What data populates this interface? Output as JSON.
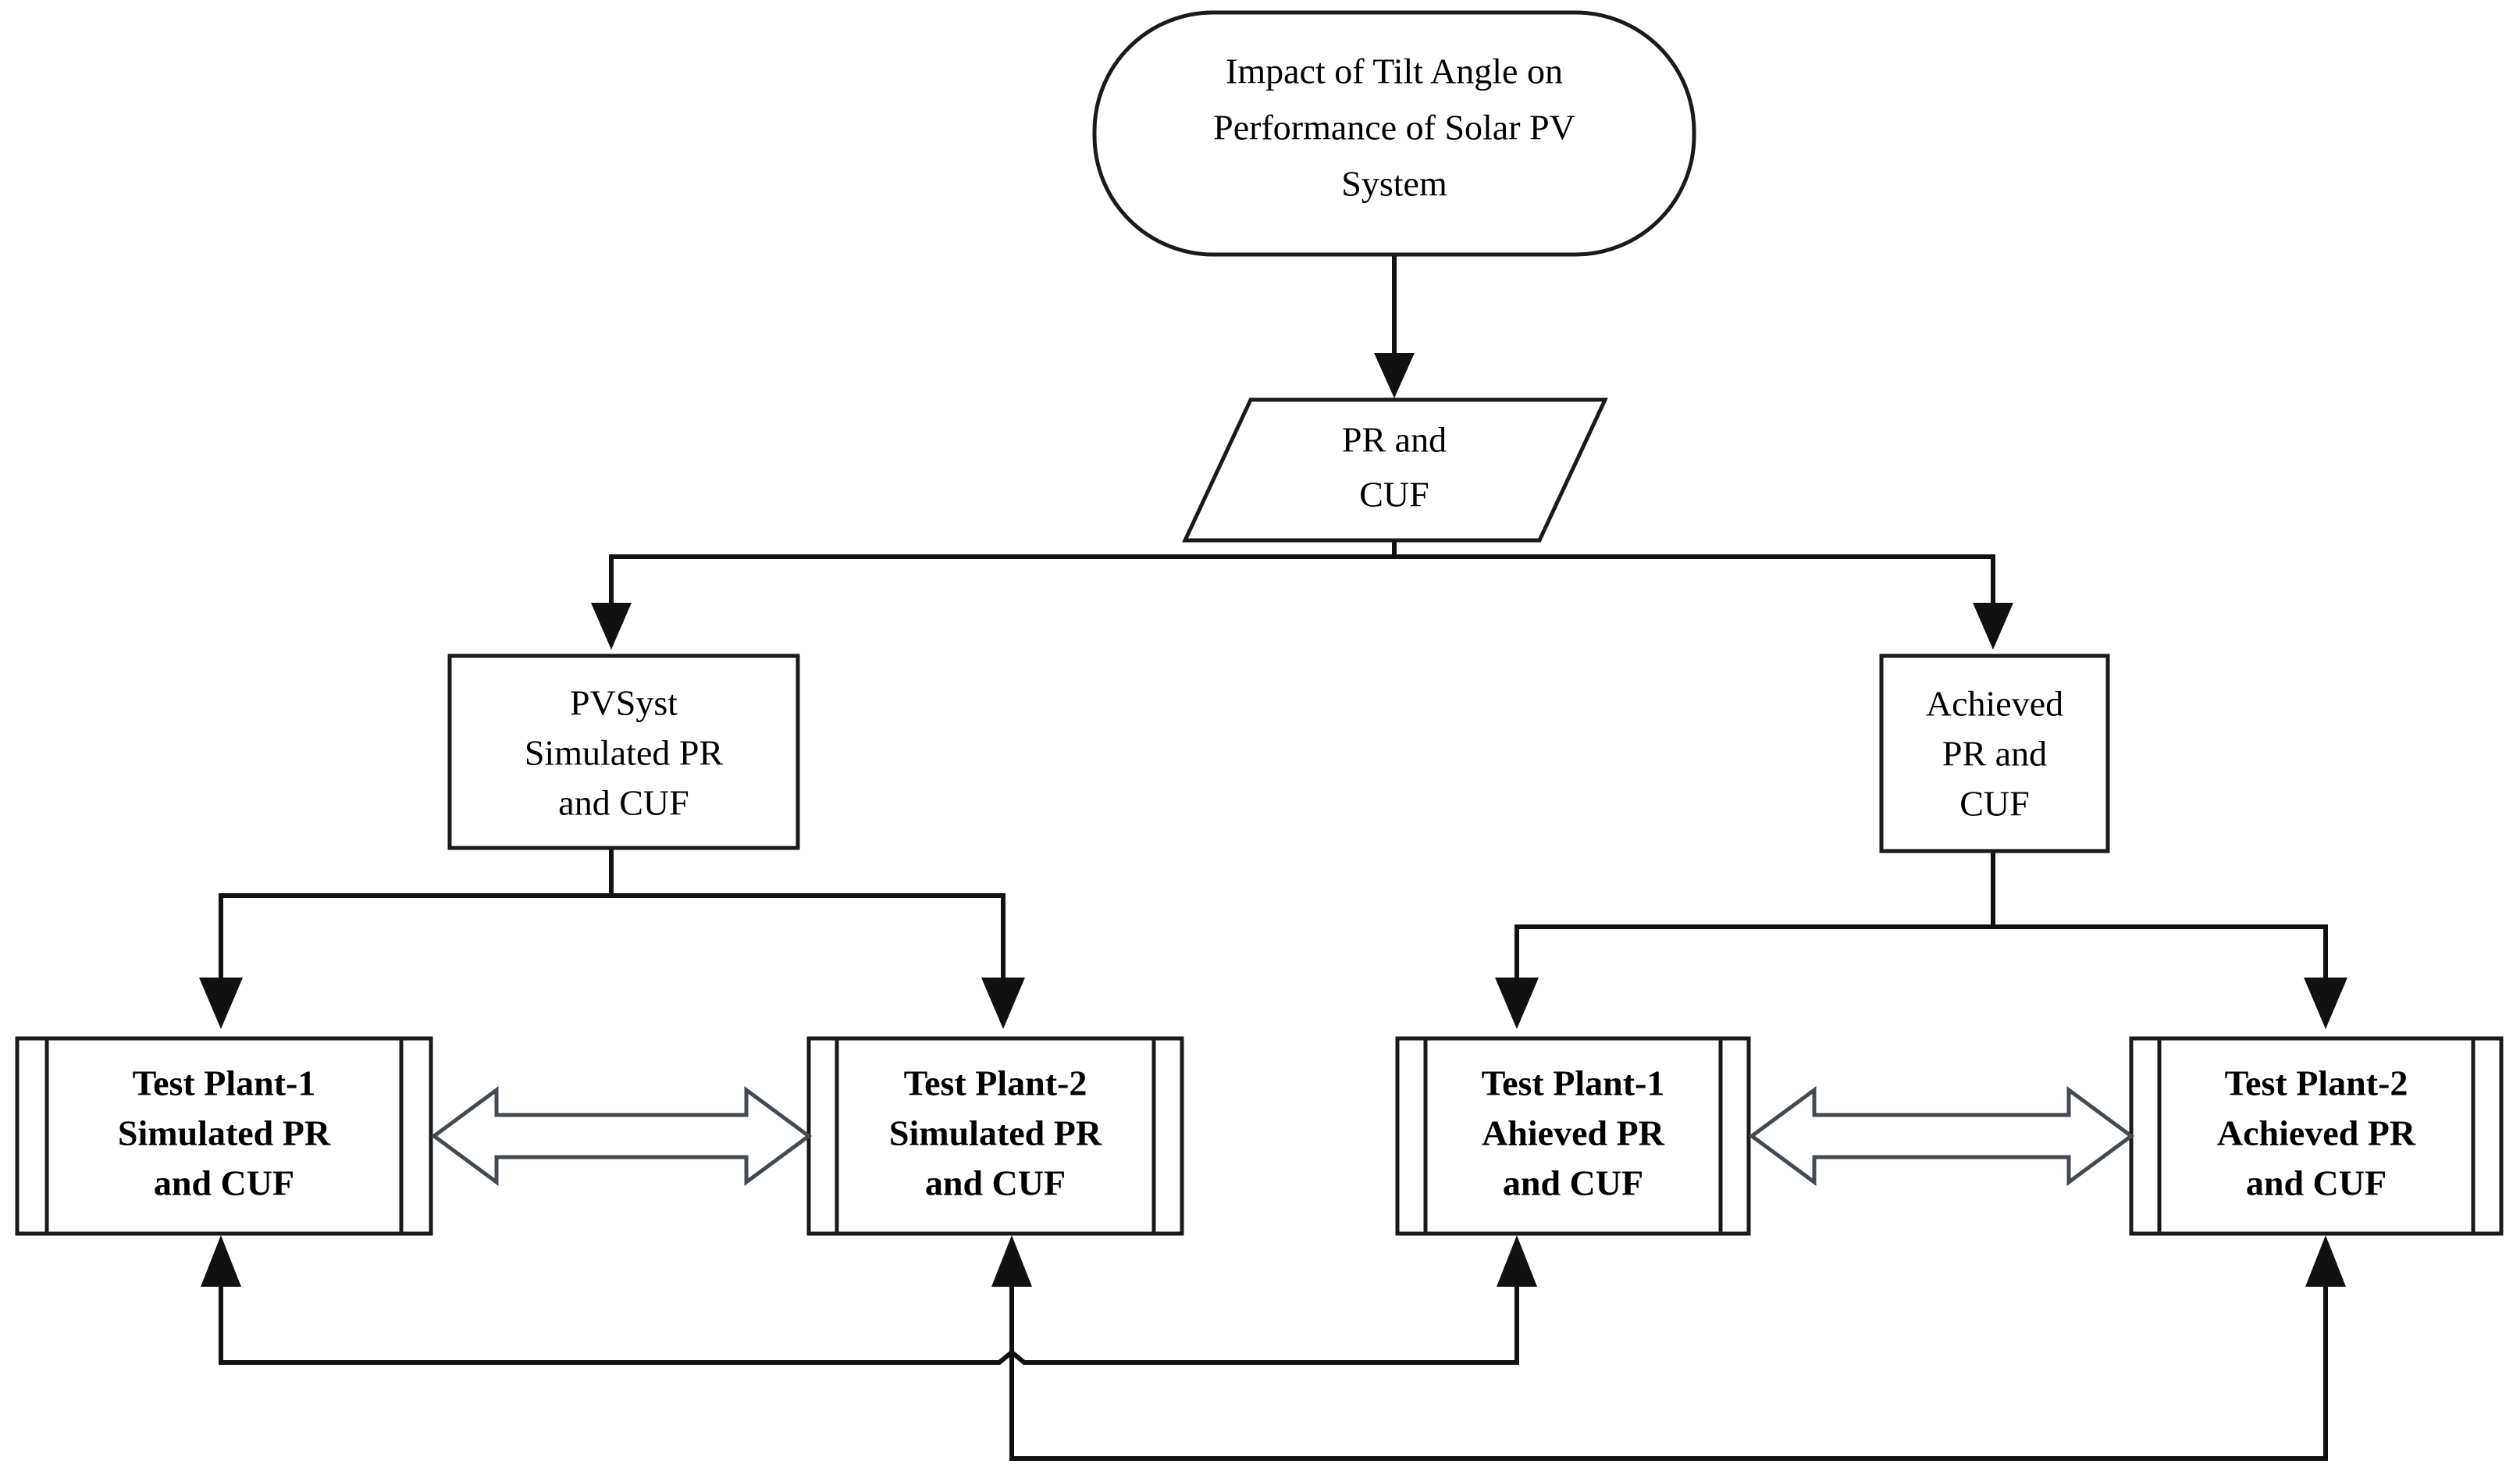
{
  "diagram": {
    "type": "flowchart",
    "title": "Impact of Tilt Angle on Performance of Solar PV System",
    "background_color": "#ffffff",
    "line_color": "#111111",
    "text_color": "#000000",
    "arrow_fill_color": "#ffffff",
    "arrow_stroke_color": "#444a52"
  },
  "nodes": {
    "root": {
      "shape": "rounded-terminator",
      "lines": [
        "Impact of Tilt Angle on",
        "Performance of Solar PV",
        "System"
      ]
    },
    "metric": {
      "shape": "parallelogram-data",
      "lines": [
        "PR and",
        "CUF"
      ]
    },
    "simulated": {
      "shape": "process-rectangle",
      "lines": [
        "PVSyst",
        "Simulated PR",
        "and CUF"
      ]
    },
    "achieved": {
      "shape": "process-rectangle",
      "lines": [
        "Achieved",
        "PR and",
        "CUF"
      ]
    },
    "plant1_simulated": {
      "shape": "predefined-process",
      "lines": [
        "Test Plant-1",
        "Simulated PR",
        "and CUF"
      ]
    },
    "plant2_simulated": {
      "shape": "predefined-process",
      "lines": [
        "Test Plant-2",
        "Simulated PR",
        "and CUF"
      ]
    },
    "plant1_achieved": {
      "shape": "predefined-process",
      "lines": [
        "Test Plant-1",
        "Ahieved PR",
        "and CUF"
      ]
    },
    "plant2_achieved": {
      "shape": "predefined-process",
      "lines": [
        "Test Plant-2",
        "Achieved PR",
        "and CUF"
      ]
    }
  },
  "connectors": [
    {
      "name": "root-to-metric",
      "from": "root",
      "to": "metric",
      "style": "arrow-down"
    },
    {
      "name": "metric-to-simulated",
      "from": "metric",
      "to": "simulated",
      "style": "elbow-arrow-down"
    },
    {
      "name": "metric-to-achieved",
      "from": "metric",
      "to": "achieved",
      "style": "elbow-arrow-down"
    },
    {
      "name": "simulated-to-plant1",
      "from": "simulated",
      "to": "plant1_simulated",
      "style": "elbow-arrow-down"
    },
    {
      "name": "simulated-to-plant2",
      "from": "simulated",
      "to": "plant2_simulated",
      "style": "elbow-arrow-down"
    },
    {
      "name": "achieved-to-plant1",
      "from": "achieved",
      "to": "plant1_achieved",
      "style": "elbow-arrow-down"
    },
    {
      "name": "achieved-to-plant2",
      "from": "achieved",
      "to": "plant2_achieved",
      "style": "elbow-arrow-down"
    },
    {
      "name": "compare-simulated-plants",
      "from": "plant1_simulated",
      "to": "plant2_simulated",
      "style": "block-double-arrow"
    },
    {
      "name": "compare-achieved-plants",
      "from": "plant1_achieved",
      "to": "plant2_achieved",
      "style": "block-double-arrow"
    },
    {
      "name": "feedback-plant1-sim-vs-plant1-ach",
      "from": "plant1_achieved",
      "to": "plant1_simulated",
      "style": "feedback-loop-upper"
    },
    {
      "name": "feedback-plant2-sim-vs-plant2-ach",
      "from": "plant2_achieved",
      "to": "plant2_simulated",
      "style": "feedback-loop-lower"
    }
  ]
}
